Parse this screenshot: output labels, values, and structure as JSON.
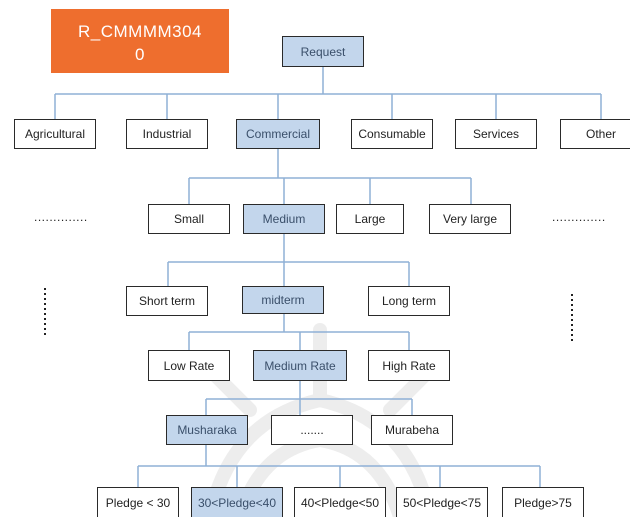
{
  "tag": {
    "line1": "R_CMMMM304",
    "line2": "0"
  },
  "root": "Request",
  "level1": [
    "Agricultural",
    "Industrial",
    "Commercial",
    "Consumable",
    "Services",
    "Other"
  ],
  "level2": [
    "Small",
    "Medium",
    "Large",
    "Very large"
  ],
  "level3": [
    "Short term",
    "midterm",
    "Long term"
  ],
  "level4": [
    "Low Rate",
    "Medium Rate",
    "High Rate"
  ],
  "level5": [
    "Musharaka",
    ".......",
    "Murabeha"
  ],
  "level6": [
    "Pledge < 30",
    "30<Pledge<40",
    "40<Pledge<50",
    "50<Pledge<75",
    "Pledge>75"
  ],
  "ellipses": {
    "level2_left": "..............",
    "level2_right": ".............."
  },
  "colors": {
    "tag": "#ee6e2e",
    "selected_fill": "#c3d6ec",
    "connector": "#8fb0d6",
    "border": "#2a2a2a"
  }
}
